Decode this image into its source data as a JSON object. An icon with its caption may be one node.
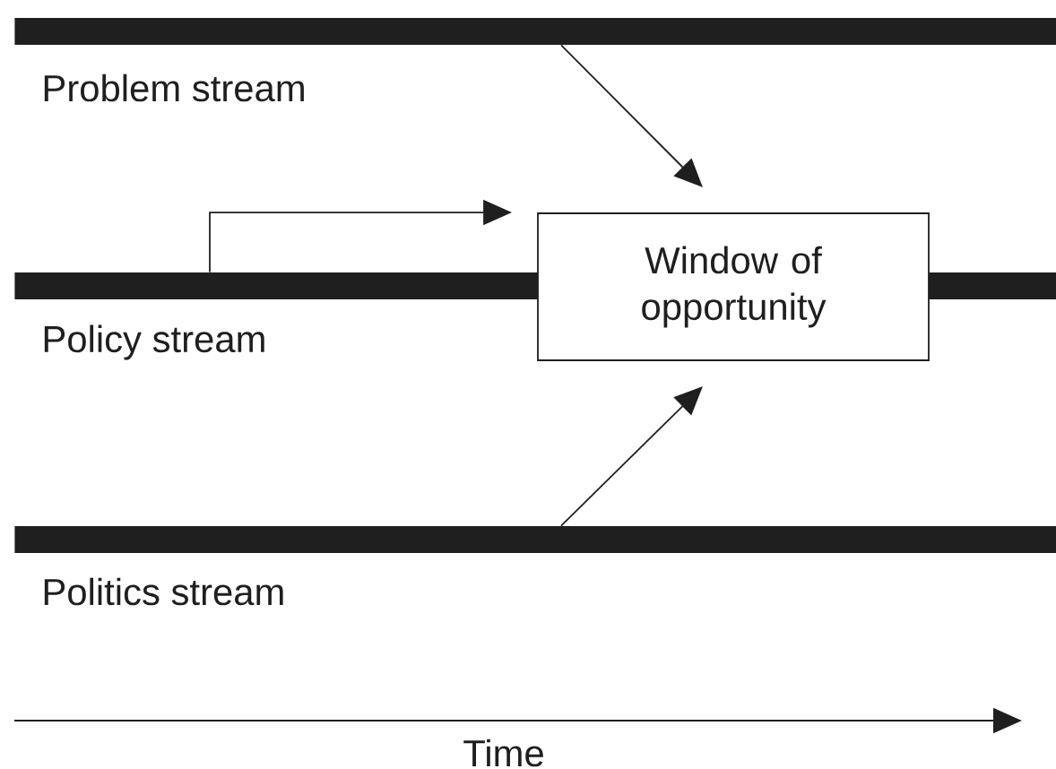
{
  "diagram": {
    "nodes": [
      {
        "text": [
          "Problem stream"
        ]
      },
      {
        "text": [
          "Policy stream"
        ]
      },
      {
        "text": [
          "Politics stream"
        ]
      },
      {
        "text": [
          "Window of opportunity"
        ]
      }
    ],
    "edges": [
      {
        "from": 0,
        "to": 3,
        "arrow": "to"
      },
      {
        "from": 1,
        "to": 3,
        "arrow": "to"
      },
      {
        "from": 2,
        "to": 3,
        "arrow": "to"
      }
    ],
    "labels": [
      "Time"
    ]
  }
}
